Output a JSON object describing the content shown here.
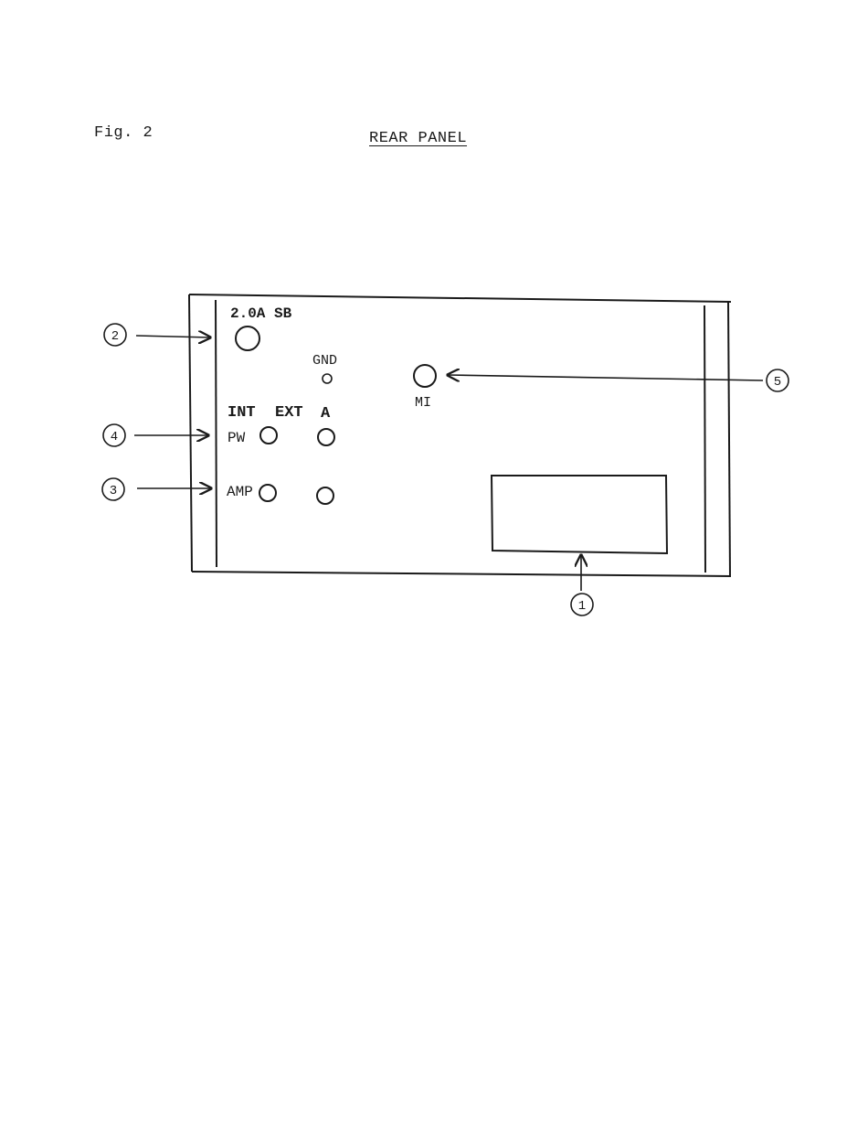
{
  "figure": {
    "label": "Fig. 2",
    "title": "REAR PANEL"
  },
  "panel": {
    "fuse_label": "2.0A SB",
    "gnd_label": "GND",
    "mi_label": "MI",
    "col_int": "INT",
    "col_ext": "EXT",
    "col_a": "A",
    "row_pw": "PW",
    "row_amp": "AMP"
  },
  "callouts": [
    {
      "id": "callout-1",
      "number": "1",
      "target": "display-window"
    },
    {
      "id": "callout-2",
      "number": "2",
      "target": "fuse-holder"
    },
    {
      "id": "callout-3",
      "number": "3",
      "target": "amp-row"
    },
    {
      "id": "callout-4",
      "number": "4",
      "target": "pw-row"
    },
    {
      "id": "callout-5",
      "number": "5",
      "target": "mi-connector"
    }
  ]
}
